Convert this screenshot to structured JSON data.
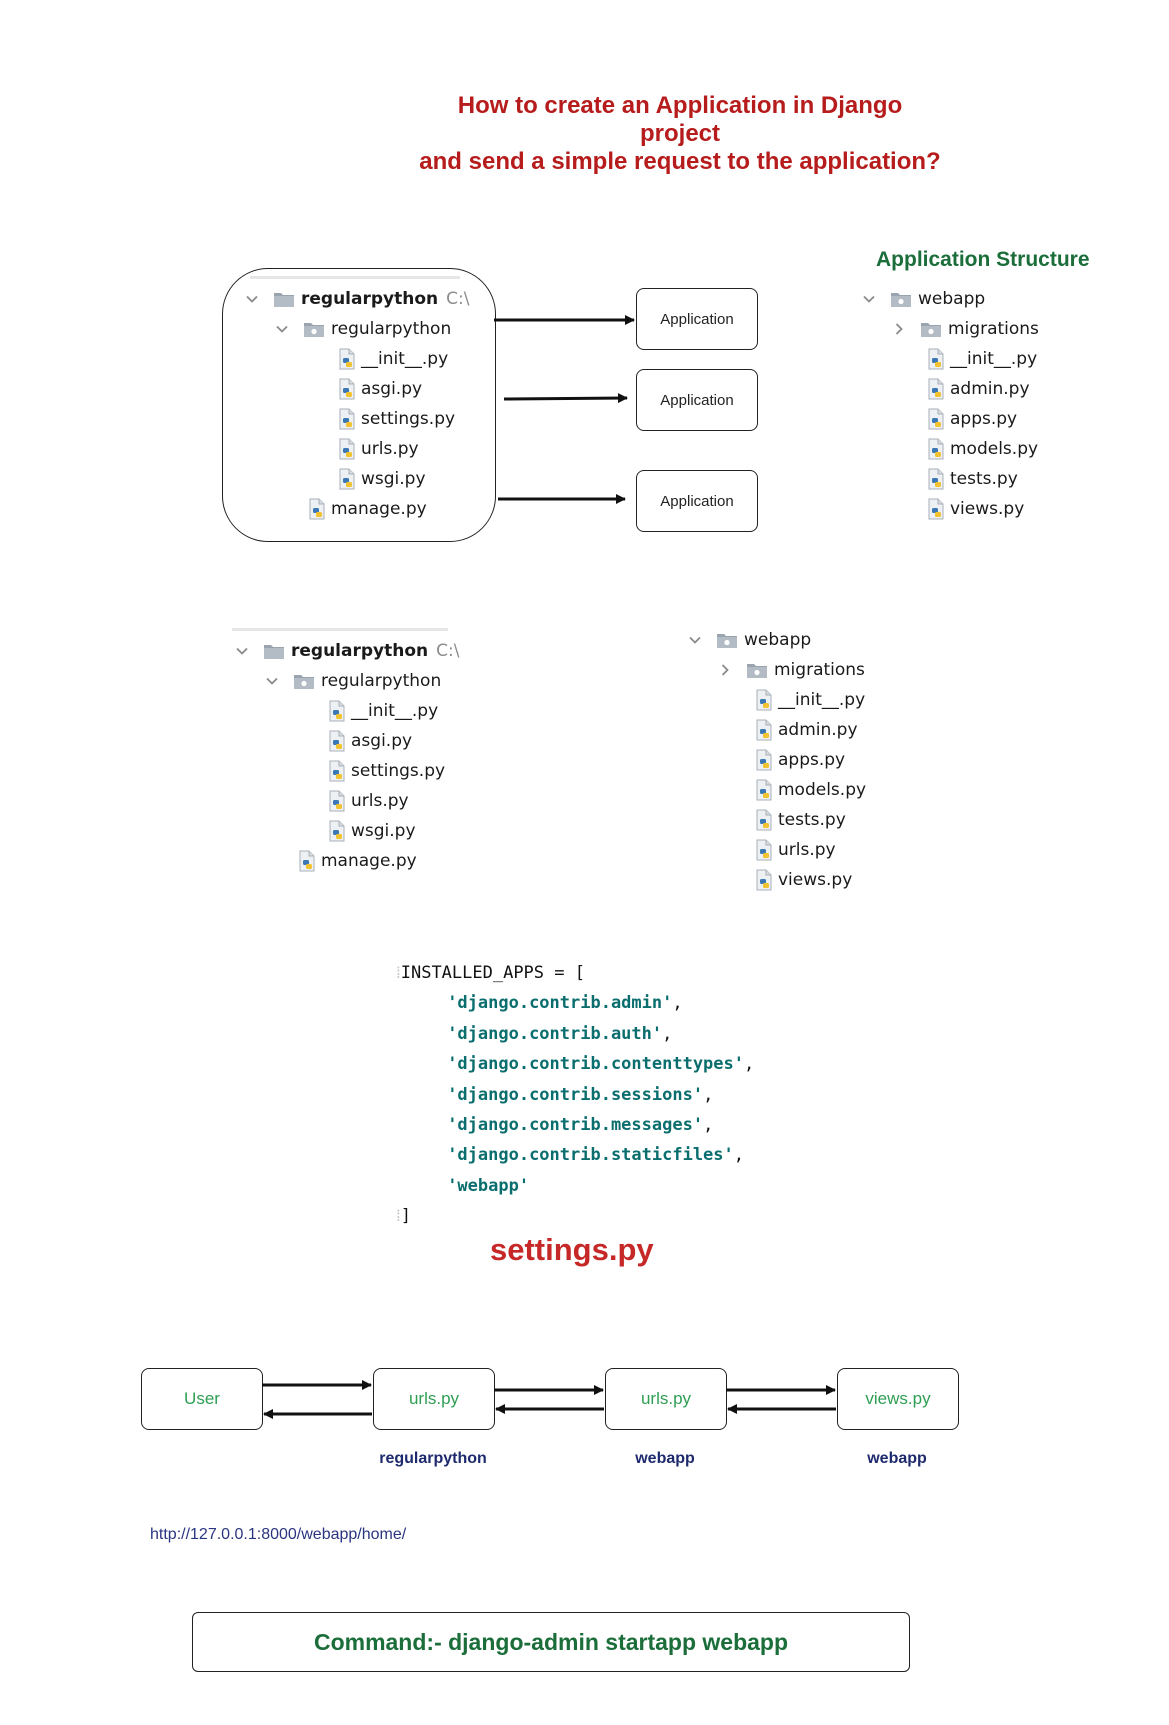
{
  "title": {
    "line1": "How to create an Application in Django",
    "line2": "project",
    "line3": "and send a simple request to the application?"
  },
  "project_tree": {
    "root": "regularpython",
    "root_path": "C:\\",
    "package": "regularpython",
    "files": [
      "__init__.py",
      "asgi.py",
      "settings.py",
      "urls.py",
      "wsgi.py"
    ],
    "manage": "manage.py"
  },
  "application_boxes": [
    "Application",
    "Application",
    "Application"
  ],
  "app_structure": {
    "heading": "Application Structure",
    "root": "webapp",
    "subfolder": "migrations",
    "files": [
      "__init__.py",
      "admin.py",
      "apps.py",
      "models.py",
      "tests.py",
      "views.py"
    ]
  },
  "webapp_tree_2": {
    "root": "webapp",
    "subfolder": "migrations",
    "files": [
      "__init__.py",
      "admin.py",
      "apps.py",
      "models.py",
      "tests.py",
      "urls.py",
      "views.py"
    ]
  },
  "code": {
    "open": "INSTALLED_APPS = [",
    "apps": [
      "'django.contrib.admin'",
      "'django.contrib.auth'",
      "'django.contrib.contenttypes'",
      "'django.contrib.sessions'",
      "'django.contrib.messages'",
      "'django.contrib.staticfiles'",
      "'webapp'"
    ],
    "separators": [
      ",",
      ",",
      ",",
      ",",
      ",",
      ",",
      ""
    ],
    "close": "]"
  },
  "settings_label": "settings.py",
  "flow": {
    "boxes": [
      "User",
      "urls.py",
      "urls.py",
      "views.py"
    ],
    "captions": [
      "regularpython",
      "webapp",
      "webapp"
    ]
  },
  "url": "http://127.0.0.1:8000/webapp/home/",
  "command": "Command:- django-admin startapp webapp",
  "colors": {
    "title": "#b71c1c",
    "heading_green": "#1b6e3a",
    "flow_text": "#2e9e53",
    "caption_navy": "#1e2a6e",
    "code_string": "#0b6e6e"
  },
  "icons": {
    "expanded": "chevron-down-icon",
    "collapsed": "chevron-right-icon",
    "folder": "folder-icon",
    "python_file": "python-file-icon"
  }
}
